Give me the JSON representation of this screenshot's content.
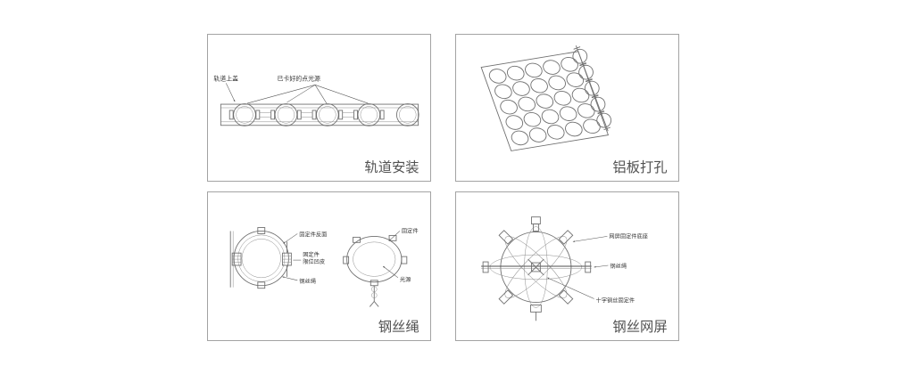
{
  "page": {
    "background": "#ffffff"
  },
  "colors": {
    "line_art": "#707070",
    "title_text": "#525252",
    "label_text": "#333333",
    "panel_border": "#a3a3a3"
  },
  "panels": {
    "track_install": {
      "title": "轨道安装",
      "labels": {
        "track_cover": "轨道上盖",
        "clipped_lights": "已卡好的点光源"
      }
    },
    "aluminum_drill": {
      "title": "铝板打孔"
    },
    "wire_rope": {
      "title": "钢丝绳",
      "labels": {
        "fixer_back": "固定件反面",
        "fixer_limit_line1": "固定件",
        "fixer_limit_line2": "限位凹皮",
        "wire": "钢丝绳",
        "fixer": "固定件",
        "light": "光源"
      }
    },
    "wire_mesh": {
      "title": "钢丝网屏",
      "labels": {
        "mesh_base": "网屏固定件底座",
        "wire": "钢丝绳",
        "cross_fixer": "十字钢丝固定件"
      }
    }
  }
}
